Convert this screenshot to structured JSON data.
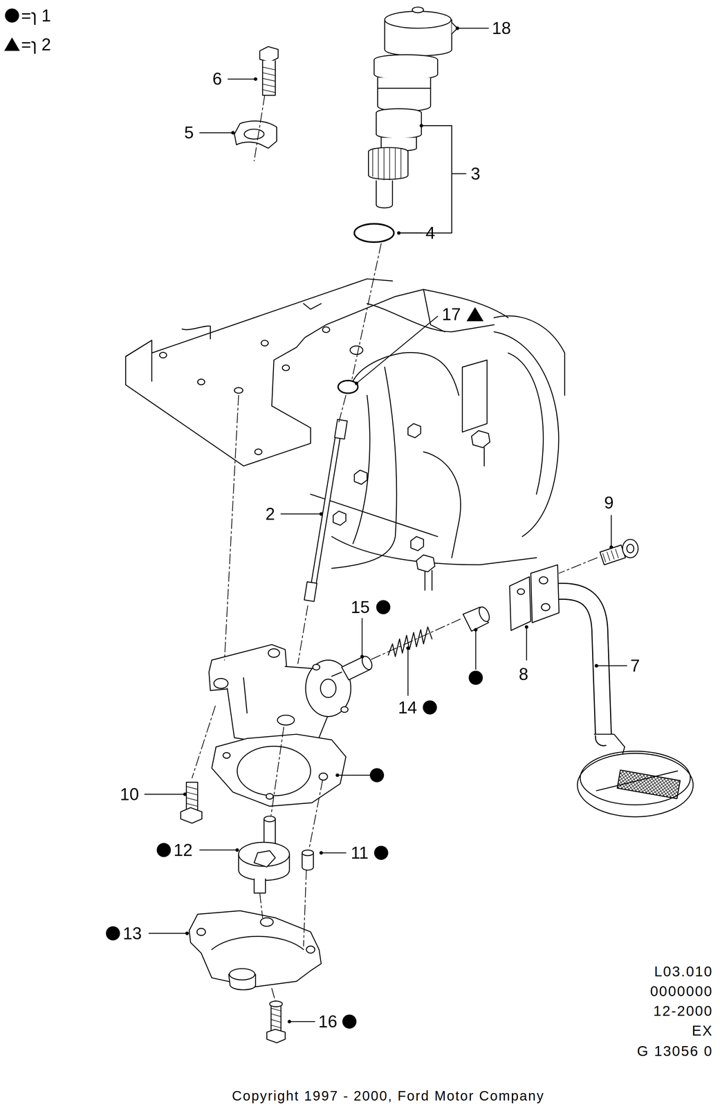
{
  "diagram": {
    "labels": [
      "18",
      "6",
      "5",
      "3",
      "4",
      "17",
      "2",
      "9",
      "15",
      "7",
      "14",
      "8",
      "10",
      "12",
      "11",
      "13",
      "16",
      "L03.010",
      "0000000",
      "12-2000",
      "EX",
      "G 13056 0",
      "Copyright 1997 - 2000, Ford Motor Company"
    ],
    "legend": [
      {
        "text": "=ɿ 1"
      },
      {
        "text": "=ɿ 2"
      }
    ]
  }
}
